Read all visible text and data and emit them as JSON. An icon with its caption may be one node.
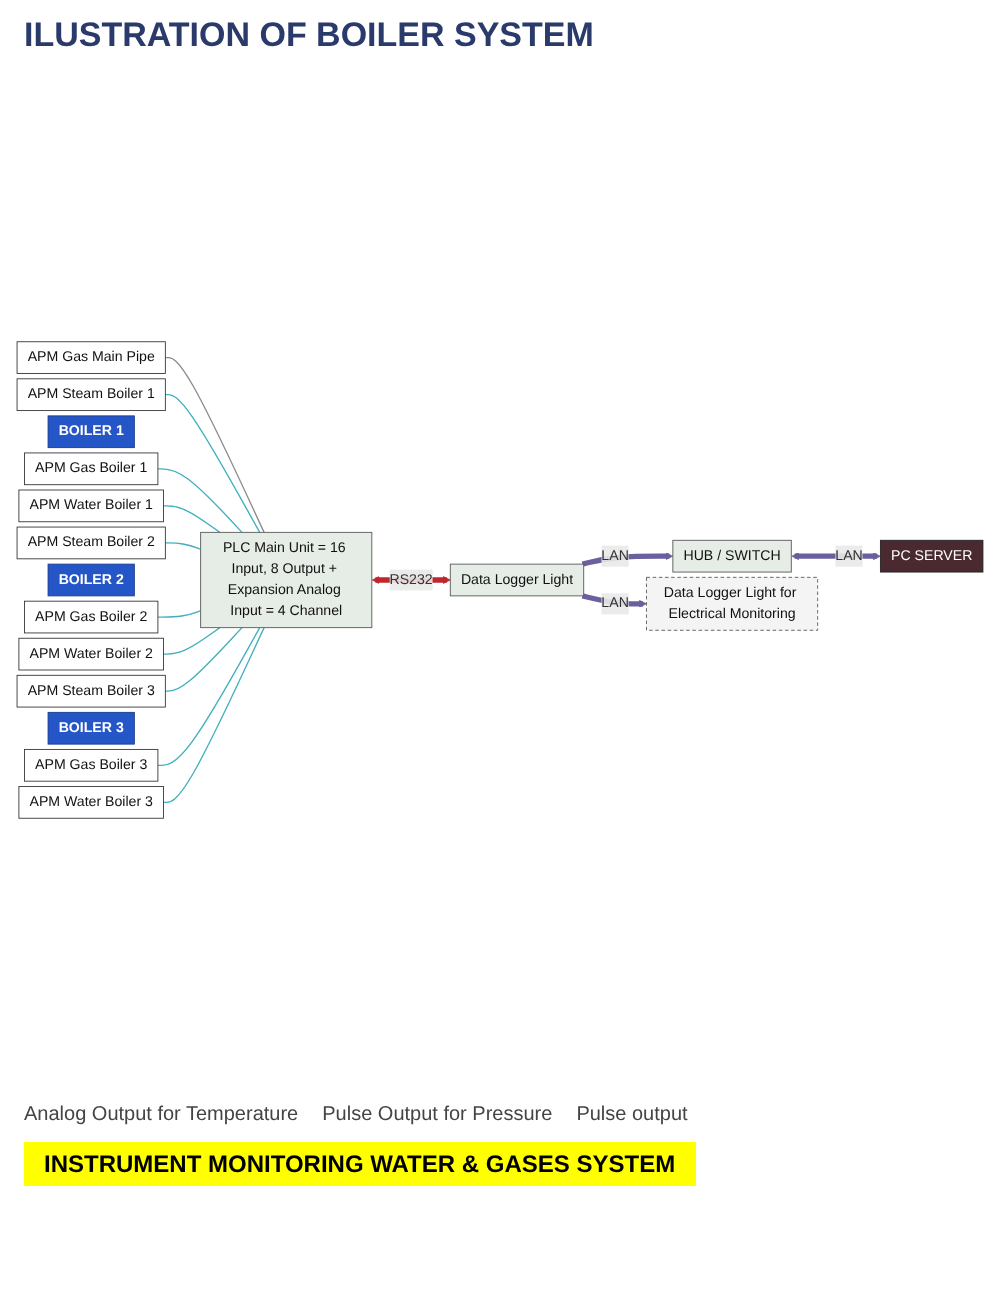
{
  "diagram": {
    "title": "ILUSTRATION OF BOILER SYSTEM",
    "caption": "INSTRUMENT MONITORING WATER & GASES SYSTEM",
    "nodes": [
      {
        "text": [
          "APM Gas Main Pipe"
        ]
      },
      {
        "text": [
          "APM Steam Boiler 1"
        ]
      },
      {
        "text": [
          "BOILER 1"
        ]
      },
      {
        "text": [
          "APM Gas Boiler 1"
        ]
      },
      {
        "text": [
          "APM Water Boiler 1"
        ]
      },
      {
        "text": [
          "APM Steam Boiler 2"
        ]
      },
      {
        "text": [
          "BOILER 2"
        ]
      },
      {
        "text": [
          "APM Gas Boiler 2"
        ]
      },
      {
        "text": [
          "APM Water Boiler 2"
        ]
      },
      {
        "text": [
          "APM Steam Boiler 3"
        ]
      },
      {
        "text": [
          "BOILER 3"
        ]
      },
      {
        "text": [
          "APM Gas Boiler 3"
        ]
      },
      {
        "text": [
          "APM Water Boiler 3"
        ]
      },
      {
        "text": [
          "PLC Main Unit = 16 Input, 8 Output + Expansion Analog Input = 4 Channel"
        ]
      },
      {
        "text": [
          "Data Logger Light"
        ]
      },
      {
        "text": [
          "HUB / SWITCH"
        ]
      },
      {
        "text": [
          "PC SERVER"
        ]
      },
      {
        "text": [
          "Data Logger Light for Electrical Monitoring"
        ]
      }
    ],
    "edges": [
      {
        "from": 0,
        "to": 13,
        "arrow": "none",
        "color": "#8b8b8b"
      },
      {
        "from": 1,
        "to": 13,
        "arrow": "none"
      },
      {
        "from": 3,
        "to": 13,
        "arrow": "none"
      },
      {
        "from": 4,
        "to": 13,
        "arrow": "none"
      },
      {
        "from": 5,
        "to": 13,
        "arrow": "none"
      },
      {
        "from": 7,
        "to": 13,
        "arrow": "none"
      },
      {
        "from": 8,
        "to": 13,
        "arrow": "none"
      },
      {
        "from": 9,
        "to": 13,
        "arrow": "none"
      },
      {
        "from": 11,
        "to": 13,
        "arrow": "none"
      },
      {
        "from": 12,
        "to": 13,
        "arrow": "none"
      },
      {
        "from": 13,
        "to": 14,
        "arrow": "both",
        "label": "RS232",
        "style": "thick",
        "color": "#c0262d"
      },
      {
        "from": 14,
        "to": 15,
        "arrow": "to",
        "label": "LAN",
        "style": "thick",
        "color": "#6c5f9e"
      },
      {
        "from": 14,
        "to": 17,
        "arrow": "to",
        "label": "LAN",
        "style": "thick",
        "color": "#6c5f9e"
      },
      {
        "from": 15,
        "to": 16,
        "arrow": "both",
        "label": "LAN",
        "style": "thick",
        "color": "#6c5f9e"
      }
    ],
    "labels": [
      "Analog Output for Temperature",
      "Pulse Output for Pressure",
      "Pulse output"
    ]
  }
}
